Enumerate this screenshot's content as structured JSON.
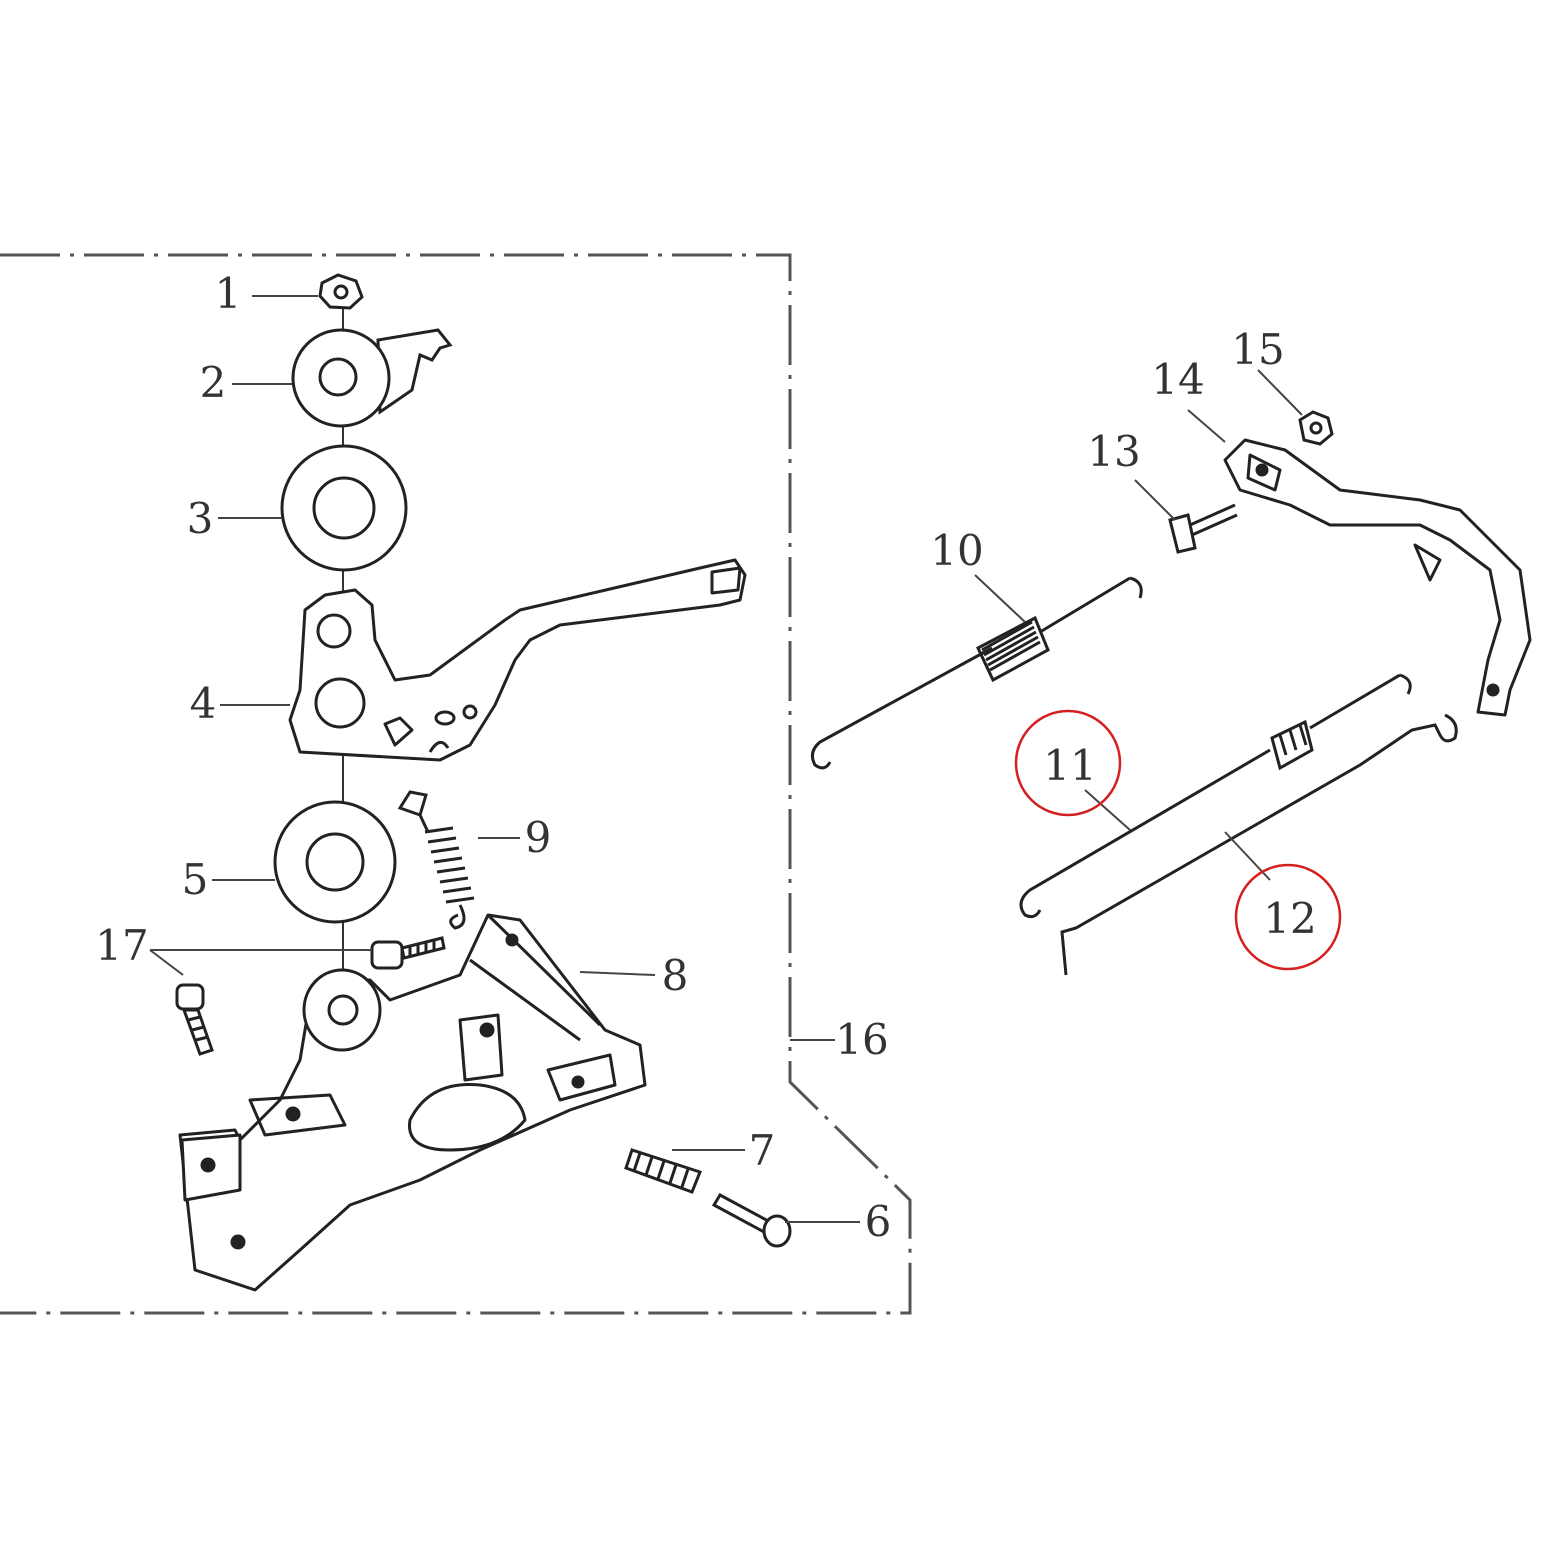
{
  "diagram": {
    "callouts": [
      {
        "id": "c1",
        "label": "1"
      },
      {
        "id": "c2",
        "label": "2"
      },
      {
        "id": "c3",
        "label": "3"
      },
      {
        "id": "c4",
        "label": "4"
      },
      {
        "id": "c5",
        "label": "5"
      },
      {
        "id": "c6",
        "label": "6"
      },
      {
        "id": "c7",
        "label": "7"
      },
      {
        "id": "c8",
        "label": "8"
      },
      {
        "id": "c9",
        "label": "9"
      },
      {
        "id": "c10",
        "label": "10"
      },
      {
        "id": "c11",
        "label": "11",
        "highlighted": true
      },
      {
        "id": "c12",
        "label": "12",
        "highlighted": true
      },
      {
        "id": "c13",
        "label": "13"
      },
      {
        "id": "c14",
        "label": "14"
      },
      {
        "id": "c15",
        "label": "15"
      },
      {
        "id": "c16",
        "label": "16"
      },
      {
        "id": "c17",
        "label": "17"
      }
    ],
    "colors": {
      "line": "#222222",
      "label": "#333333",
      "highlight": "#d42020",
      "background": "#ffffff"
    },
    "icons": [
      "nut-icon",
      "washer-icon",
      "lever-icon",
      "spring-icon",
      "bolt-icon",
      "bracket-icon",
      "rod-icon"
    ]
  }
}
